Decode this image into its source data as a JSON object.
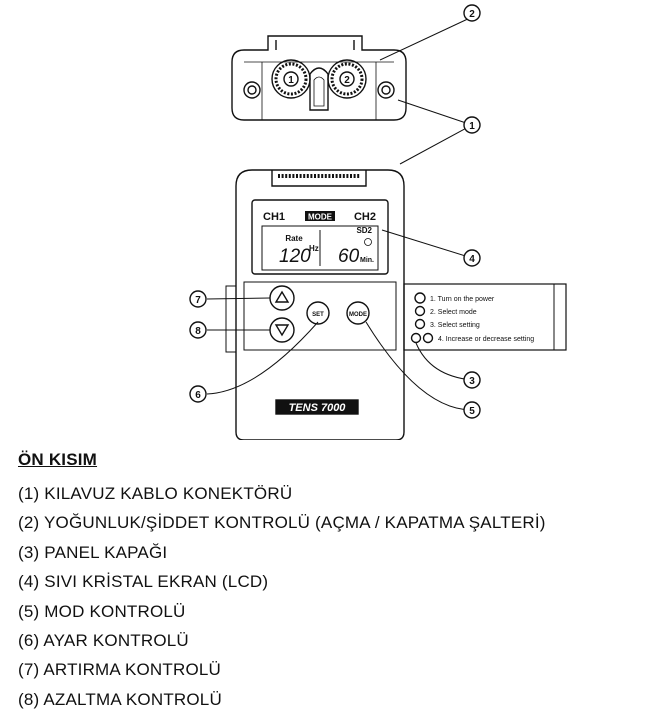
{
  "lcd": {
    "ch1": "CH1",
    "mode": "MODE",
    "ch2": "CH2",
    "sd2": "SD2",
    "rate_label": "Rate",
    "rate_value": "120",
    "hz": "Hz",
    "min_value": "60",
    "min_unit": "Min."
  },
  "buttons": {
    "set": "SET",
    "mode": "MODE"
  },
  "brand": "TENS 7000",
  "panel_cover": {
    "items": [
      "1. Turn on the power",
      "2. Select mode",
      "3. Select setting",
      "4. Increase or decrease setting"
    ]
  },
  "callouts": [
    "1",
    "2",
    "3",
    "4",
    "5",
    "6",
    "7",
    "8"
  ],
  "legend": {
    "title": "ÖN KISIM",
    "items": [
      "(1) KILAVUZ KABLO KONEKTÖRÜ",
      "(2) YOĞUNLUK/ŞİDDET KONTROLÜ (AÇMA / KAPATMA ŞALTERİ)",
      "(3) PANEL KAPAĞI",
      "(4) SIVI KRİSTAL EKRAN (LCD)",
      "(5) MOD KONTROLÜ",
      "(6) AYAR KONTROLÜ",
      "(7) ARTIRMA KONTROLÜ",
      "(8) AZALTMA KONTROLÜ"
    ]
  }
}
